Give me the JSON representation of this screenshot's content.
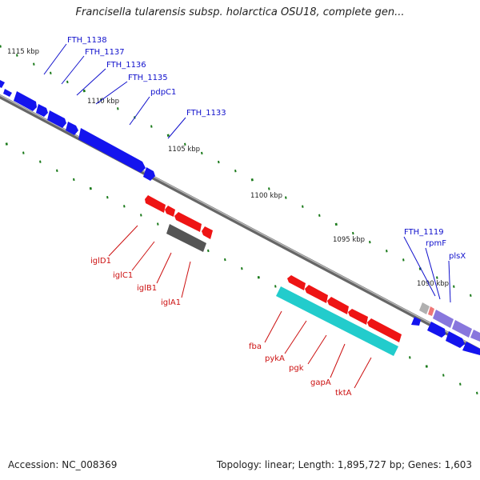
{
  "title": "Francisella tularensis subsp. holarctica OSU18, complete gen...",
  "footer": {
    "accession": "Accession: NC_008369",
    "summary": "Topology: linear; Length: 1,895,727 bp; Genes: 1,603"
  },
  "scale_labels": [
    "1115 kbp",
    "1110 kbp",
    "1105 kbp",
    "1100 kbp",
    "1095 kbp",
    "1090 kbp"
  ],
  "upper_gene_labels": [
    "FTH_1138",
    "FTH_1137",
    "FTH_1136",
    "FTH_1135",
    "pdpC1",
    "FTH_1133"
  ],
  "right_gene_labels": [
    "FTH_1119",
    "rpmF",
    "plsX"
  ],
  "lower_gene_labels": [
    "iglD1",
    "iglC1",
    "iglB1",
    "iglA1",
    "fba",
    "pykA",
    "pgk",
    "gapA",
    "tktA"
  ],
  "colors": {
    "blue": "#1414ee",
    "red": "#ee1414",
    "cyan": "#22cccc",
    "gray": "#666666",
    "purple": "#8877dd",
    "tick": "#1a7a1a",
    "label_blue": "#1010cc",
    "label_red": "#cc1010",
    "axis": "#8a8a8a"
  }
}
